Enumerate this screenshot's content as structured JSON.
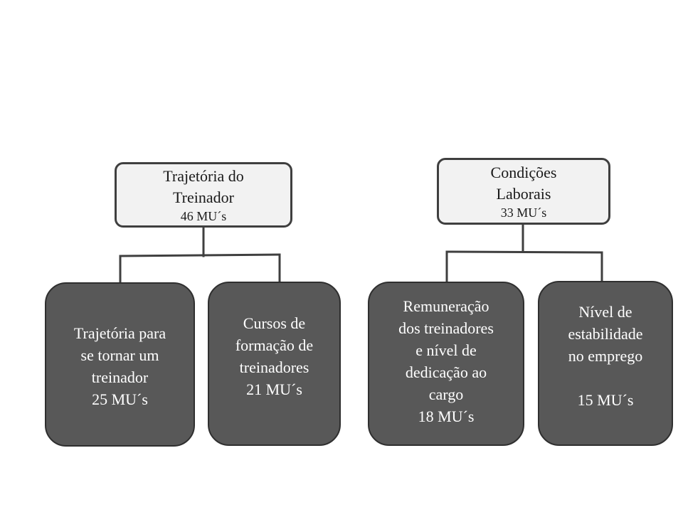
{
  "groups": [
    {
      "title_lines": [
        "Trajetória do",
        "Treinador"
      ],
      "value": "46 MU´s",
      "children": [
        {
          "lines": [
            "Trajetória para",
            "se tornar um",
            "treinador"
          ],
          "value": "25 MU´s"
        },
        {
          "lines": [
            "Cursos de",
            "formação de",
            "treinadores"
          ],
          "value": "21 MU´s"
        }
      ]
    },
    {
      "title_lines": [
        "Condições",
        "Laborais"
      ],
      "value": "33 MU´s",
      "children": [
        {
          "lines": [
            "Remuneração",
            "dos treinadores",
            "e nível de",
            "dedicação ao",
            "cargo"
          ],
          "value": "18 MU´s"
        },
        {
          "lines": [
            "Nível de",
            "estabilidade",
            "no emprego"
          ],
          "value": "15 MU´s"
        }
      ]
    }
  ],
  "colors": {
    "parent_fill": "#f2f2f2",
    "parent_border": "#3f3f3f",
    "child_fill": "#585858",
    "child_text": "#ffffff",
    "connector": "#3f3f3f"
  }
}
